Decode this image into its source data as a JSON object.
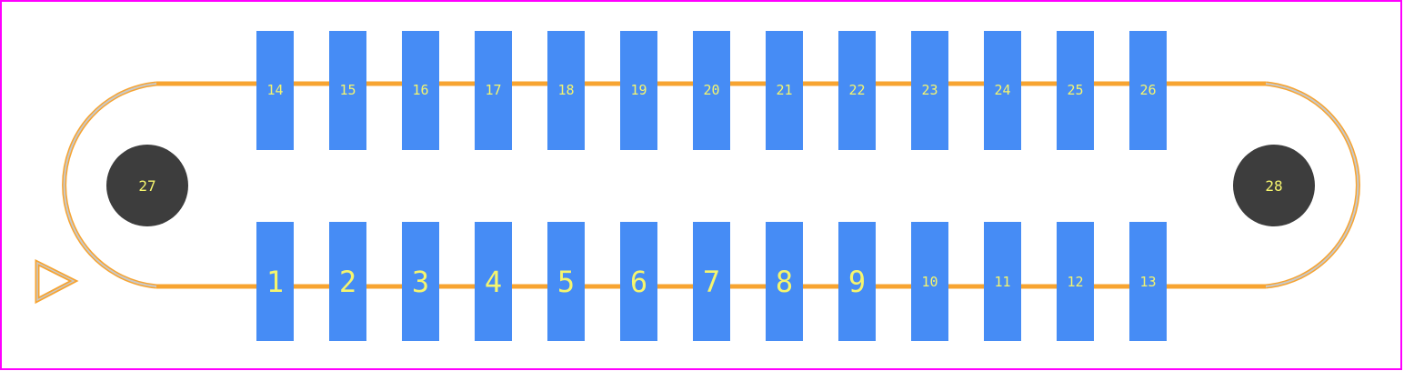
{
  "colors": {
    "frame": "#ff00ff",
    "outline": "#f7a431",
    "outline_inner": "#c8c8c8",
    "pad": "#468cf5",
    "hole": "#3d3d3d",
    "label": "#f5f56e"
  },
  "pads_top": [
    "14",
    "15",
    "16",
    "17",
    "18",
    "19",
    "20",
    "21",
    "22",
    "23",
    "24",
    "25",
    "26"
  ],
  "pads_bottom": [
    "1",
    "2",
    "3",
    "4",
    "5",
    "6",
    "7",
    "8",
    "9",
    "10",
    "11",
    "12",
    "13"
  ],
  "holes": [
    "27",
    "28"
  ],
  "pin1_marker": "triangle-marker"
}
